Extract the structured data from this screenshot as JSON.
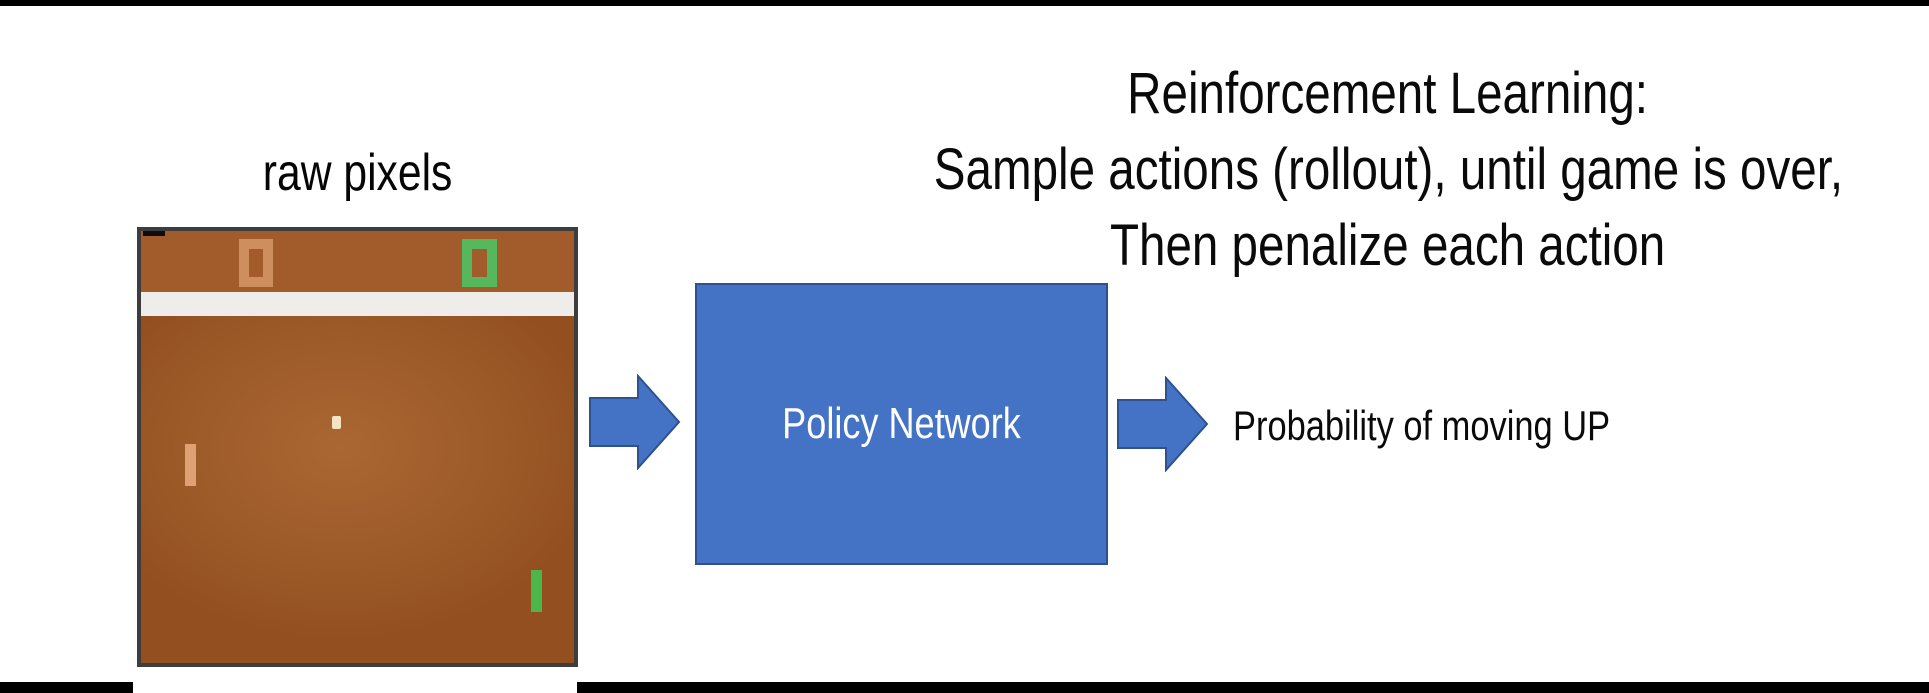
{
  "slide": {
    "title_lines": [
      "Reinforcement Learning:",
      "Sample actions (rollout), until game is over,",
      "Then penalize each action"
    ],
    "input_label": "raw pixels",
    "policy_box_label": "Policy Network",
    "output_label": "Probability of moving UP"
  },
  "pong_game": {
    "left_score": "0",
    "right_score": "0",
    "colors": {
      "field_brown": "#9c5a29",
      "score_band_brown": "#a25b2b",
      "center_band_white": "#efede9",
      "left_player_orange": "#cf8e5e",
      "left_paddle_orange": "#dfa074",
      "right_player_green": "#57b75c",
      "right_paddle_green": "#4bb74b",
      "ball_cream": "#f4e4c2",
      "frame_dark": "#3d3d3d"
    }
  },
  "colors": {
    "arrow_and_box_blue": "#4472c4",
    "box_border_blue": "#2f528f",
    "text_black": "#0a0a0a",
    "framing_bar_black": "#000000"
  }
}
